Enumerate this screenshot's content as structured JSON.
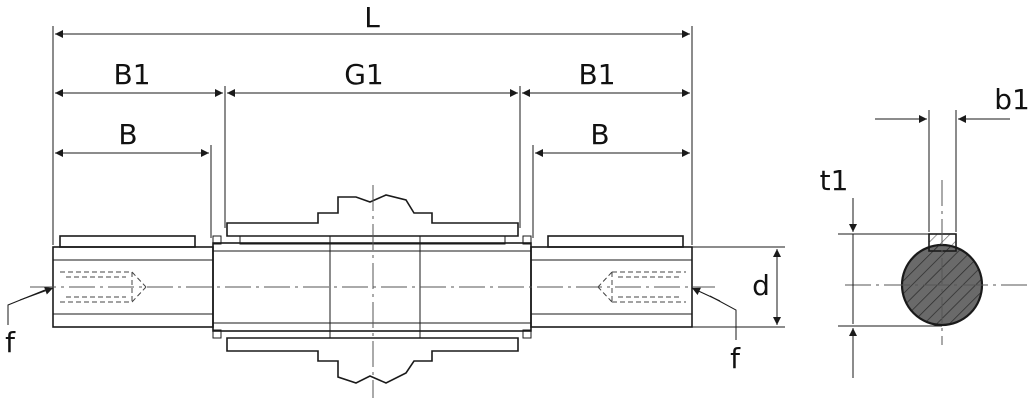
{
  "labels": {
    "L": "L",
    "B1_left": "B1",
    "G1": "G1",
    "B1_right": "B1",
    "B_left": "B",
    "B_right": "B",
    "d": "d",
    "f_left": "f",
    "f_right": "f",
    "b1": "b1",
    "t1": "t1"
  },
  "colors": {
    "line": "#1a1a1a",
    "section_fill": "#555555"
  }
}
